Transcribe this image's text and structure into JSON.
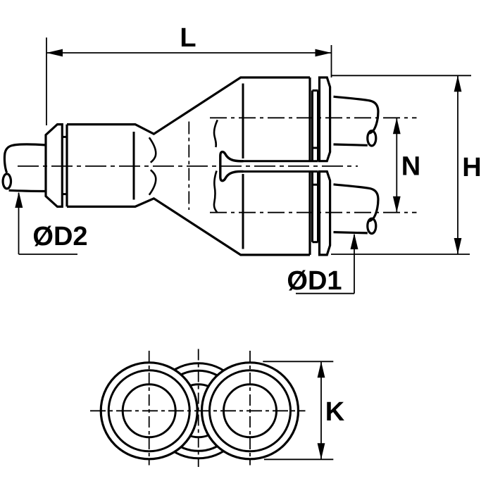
{
  "drawing": {
    "type": "technical-drawing",
    "subject": "Y-union push-in tube fitting, side section view and end view",
    "background_color": "#ffffff",
    "line_color": "#000000",
    "dimensions": {
      "overall_length": "L",
      "overall_height": "H",
      "branch_center_spacing": "N",
      "end_view_height": "K",
      "outlet_tube_diameter": "ØD1",
      "inlet_tube_diameter": "ØD2"
    }
  }
}
